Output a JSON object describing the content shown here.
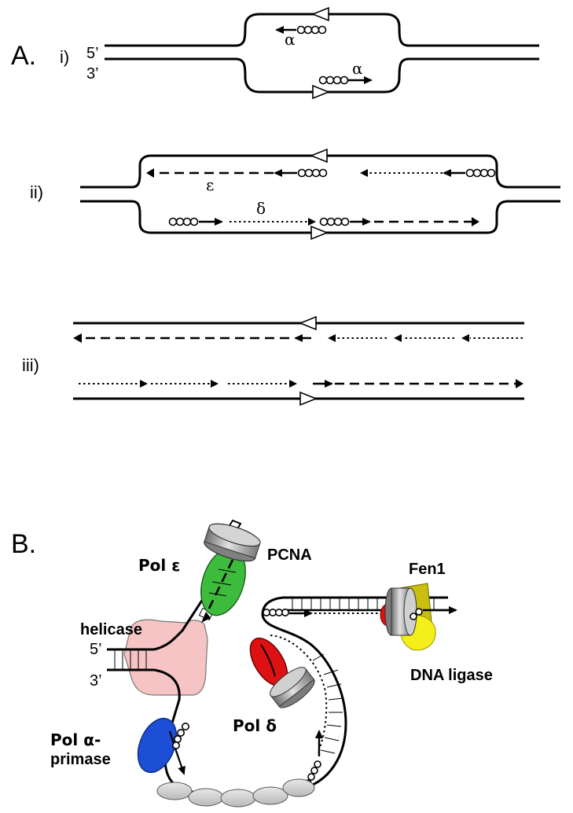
{
  "panel_a": {
    "letter": "A.",
    "row_i": {
      "label": "i)",
      "end_top": "5’",
      "end_bottom": "3’",
      "greek_top": "α",
      "greek_bottom": "α"
    },
    "row_ii": {
      "label": "ii)",
      "greek_epsilon": "ε",
      "greek_delta": "δ"
    },
    "row_iii": {
      "label": "iii)"
    }
  },
  "panel_b": {
    "letter": "B.",
    "labels": {
      "pol_e": "Pol ε",
      "pcna": "PCNA",
      "fen1": "Fen1",
      "helicase": "helicase",
      "end_5": "5’",
      "end_3": "3’",
      "dna_ligase": "DNA ligase",
      "pol_d": "Pol δ",
      "pol_a_line1": "Pol α-",
      "pol_a_line2": "primase"
    },
    "colors": {
      "pol_epsilon": "#3dbb3d",
      "pol_delta": "#dd1111",
      "pol_alpha": "#1c4fd6",
      "helicase": "#f6c4c4",
      "fen1": "#c8bf10",
      "ligase": "#f4ee1a",
      "pcna": "#a9a9a9",
      "sliding_clamp_small": "#cfd0d0"
    },
    "icons": [
      "pcna-clamp-icon",
      "polymerase-icon",
      "helicase-icon",
      "primer-beads-icon",
      "arrowhead-icon"
    ]
  }
}
